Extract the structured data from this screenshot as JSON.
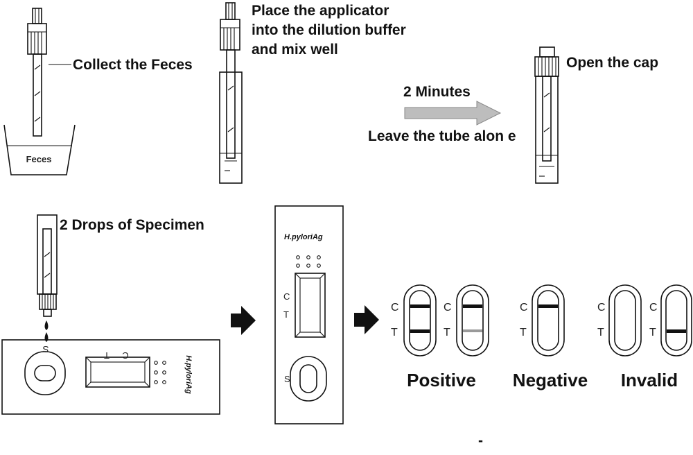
{
  "steps": {
    "collect": "Collect the Feces",
    "feces_label": "Feces",
    "place_line1": "Place the applicator",
    "place_line2": "into the dilution buffer",
    "place_line3": "and mix well",
    "wait_time": "2 Minutes",
    "wait_note": "Leave the tube alon e",
    "open_cap": "Open the cap",
    "drops": "2 Drops of Specimen"
  },
  "device": {
    "brand_label": "H.pyloriAg",
    "c_label": "C",
    "t_label": "T",
    "s_label": "S"
  },
  "results": {
    "positive": "Positive",
    "negative": "Negative",
    "invalid": "Invalid",
    "c_label": "C",
    "t_label": "T"
  },
  "footer_mark": "-",
  "colors": {
    "ink": "#111111",
    "arrow_gray": "#bdbdbd",
    "faint_line": "#9a9a9a"
  }
}
